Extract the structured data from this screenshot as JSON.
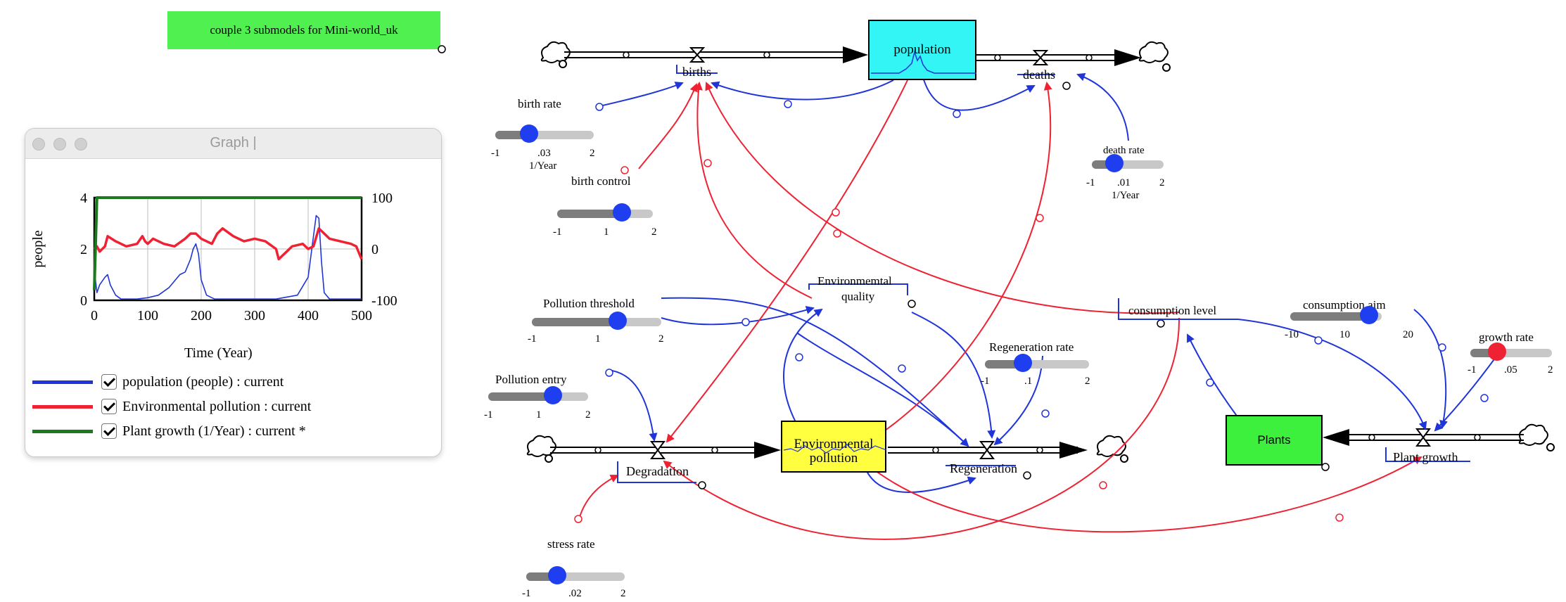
{
  "title": "couple 3 submodels for Mini-world_uk",
  "stocks": {
    "population": "population",
    "env_pollution_line1": "Environmental",
    "env_pollution_line2": "pollution",
    "plants": "Plants"
  },
  "flows": {
    "births": "births",
    "deaths": "deaths",
    "degradation": "Degradation",
    "regeneration": "Regeneration",
    "plant_growth": "Plant growth"
  },
  "variables": {
    "env_quality_line1": "Environmemtal",
    "env_quality_line2": "quality",
    "consumption_level": "consumption level"
  },
  "sliders": {
    "birth_rate": {
      "label": "birth rate",
      "min": "-1",
      "max": "2",
      "value": "0.03",
      "value_text": ".03",
      "unit": "1/Year"
    },
    "birth_control": {
      "label": "birth control",
      "min": "-1",
      "max": "2",
      "value": "1",
      "value_text": "1"
    },
    "death_rate": {
      "label": "death rate",
      "min": "-1",
      "max": "2",
      "value": "0.01",
      "value_text": ".01",
      "unit": "1/Year"
    },
    "pollution_threshold": {
      "label": "Pollution threshold",
      "min": "-1",
      "max": "2",
      "value": "1",
      "value_text": "1"
    },
    "pollution_entry": {
      "label": "Pollution entry",
      "min": "-1",
      "max": "2",
      "value": "1",
      "value_text": "1"
    },
    "regeneration_rate": {
      "label": "Regeneration rate",
      "min": "-1",
      "max": "2",
      "value": "0.1",
      "value_text": ".1"
    },
    "stress_rate": {
      "label": "stress rate",
      "min": "-1",
      "max": "2",
      "value": "0.02",
      "value_text": ".02"
    },
    "consumption_aim": {
      "label": "consumption aim",
      "min": "-10",
      "max": "20",
      "value": "10",
      "value_text": "10"
    },
    "growth_rate": {
      "label": "growth rate",
      "min": "-1",
      "max": "2",
      "value": "0.05",
      "value_text": ".05"
    }
  },
  "graph": {
    "window_title": "Graph |",
    "ylabel": "people",
    "xlabel": "Time (Year)",
    "left_ticks": [
      "4",
      "2",
      "0"
    ],
    "right_ticks": [
      "100",
      "0",
      "-100"
    ],
    "x_ticks": [
      "0",
      "100",
      "200",
      "300",
      "400",
      "500"
    ],
    "legend": [
      {
        "text": "population (people) : current",
        "color": "#1f35d8"
      },
      {
        "text": "Environmental pollution : current",
        "color": "#ee2233"
      },
      {
        "text": "Plant growth (1/Year) : current  *",
        "color": "#1b7a1b"
      }
    ]
  },
  "colors": {
    "blue": "#1f35d8",
    "red": "#ee2233",
    "green": "#1b7a1b",
    "cyan": "#33f5f5",
    "yellow": "#ffff40",
    "plants": "#3ef03e"
  },
  "chart_data": {
    "type": "line",
    "xlabel": "Time (Year)",
    "ylabel": "people",
    "xlim": [
      0,
      500
    ],
    "ylim_left": [
      0,
      4
    ],
    "ylim_right": [
      -100,
      100
    ],
    "series": [
      {
        "name": "population (people) : current",
        "axis": "left",
        "x": [
          0,
          5,
          10,
          20,
          25,
          30,
          40,
          50,
          80,
          100,
          120,
          140,
          160,
          170,
          180,
          185,
          190,
          195,
          200,
          210,
          225,
          260,
          300,
          340,
          380,
          400,
          410,
          415,
          420,
          425,
          430,
          440,
          460,
          500
        ],
        "y": [
          1.2,
          0.3,
          0.6,
          0.9,
          1.0,
          0.6,
          0.2,
          0.05,
          0.05,
          0.1,
          0.2,
          0.5,
          1.0,
          1.1,
          1.6,
          2.0,
          2.2,
          1.8,
          0.8,
          0.2,
          0.05,
          0.05,
          0.05,
          0.05,
          0.2,
          0.9,
          2.5,
          3.3,
          3.2,
          1.5,
          0.3,
          0.05,
          0.05,
          0.05
        ]
      },
      {
        "name": "Environmental pollution : current",
        "axis": "right",
        "x": [
          0,
          5,
          10,
          15,
          20,
          25,
          40,
          60,
          80,
          90,
          95,
          100,
          110,
          120,
          130,
          150,
          170,
          180,
          190,
          200,
          220,
          230,
          240,
          260,
          270,
          280,
          300,
          320,
          340,
          345,
          350,
          360,
          370,
          390,
          400,
          410,
          420,
          440,
          460,
          480,
          490,
          500
        ],
        "y": [
          0,
          5,
          -5,
          0,
          5,
          25,
          15,
          5,
          10,
          25,
          15,
          10,
          20,
          15,
          10,
          5,
          20,
          30,
          30,
          20,
          10,
          30,
          40,
          25,
          20,
          15,
          20,
          15,
          0,
          -20,
          -15,
          -5,
          5,
          10,
          0,
          5,
          40,
          20,
          15,
          10,
          5,
          -20
        ]
      },
      {
        "name": "Plant growth (1/Year) : current  *",
        "axis": "left",
        "x": [
          0,
          5,
          10,
          50,
          100,
          200,
          300,
          400,
          500
        ],
        "y": [
          0.4,
          4.0,
          4.0,
          4.0,
          4.0,
          4.0,
          4.0,
          4.0,
          4.0
        ]
      }
    ]
  }
}
